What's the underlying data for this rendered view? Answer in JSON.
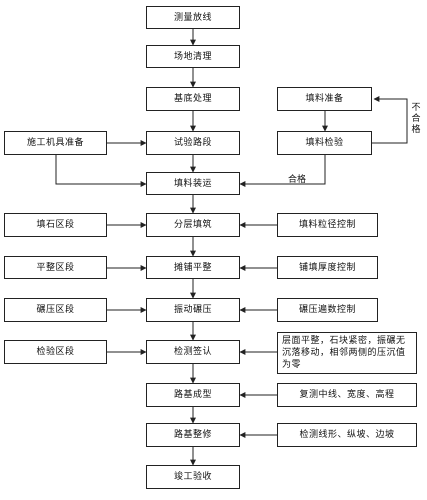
{
  "main": {
    "survey": "测量放线",
    "clear": "场地清理",
    "base": "基底处理",
    "trial": "试验路段",
    "fill_select": "填料装运",
    "layer": "分层填筑",
    "spread": "摊铺平整",
    "compact": "振动碾压",
    "inspect": "检测签认",
    "formed": "路基成型",
    "finish": "路基整修",
    "accept": "竣工验收"
  },
  "right": {
    "fill_prep": "填料准备",
    "fill_test": "填料检验",
    "particle": "填料粒径控制",
    "thickness": "铺填厚度控制",
    "params": "碾压遍数控制",
    "criteria": "层面平整，石块紧密，振碾无沉落移动，相邻两侧的压沉值为零",
    "remeasure": "复测中线、宽度、高程",
    "check": "检测线形、纵坡、边坡"
  },
  "left": {
    "equipment": "施工机具准备",
    "fill_zone": "填石区段",
    "level_zone": "平整区段",
    "compact_zone": "碾压区段",
    "inspect_zone": "检验区段"
  },
  "labels": {
    "pass": "合格",
    "fail": "不合格"
  }
}
